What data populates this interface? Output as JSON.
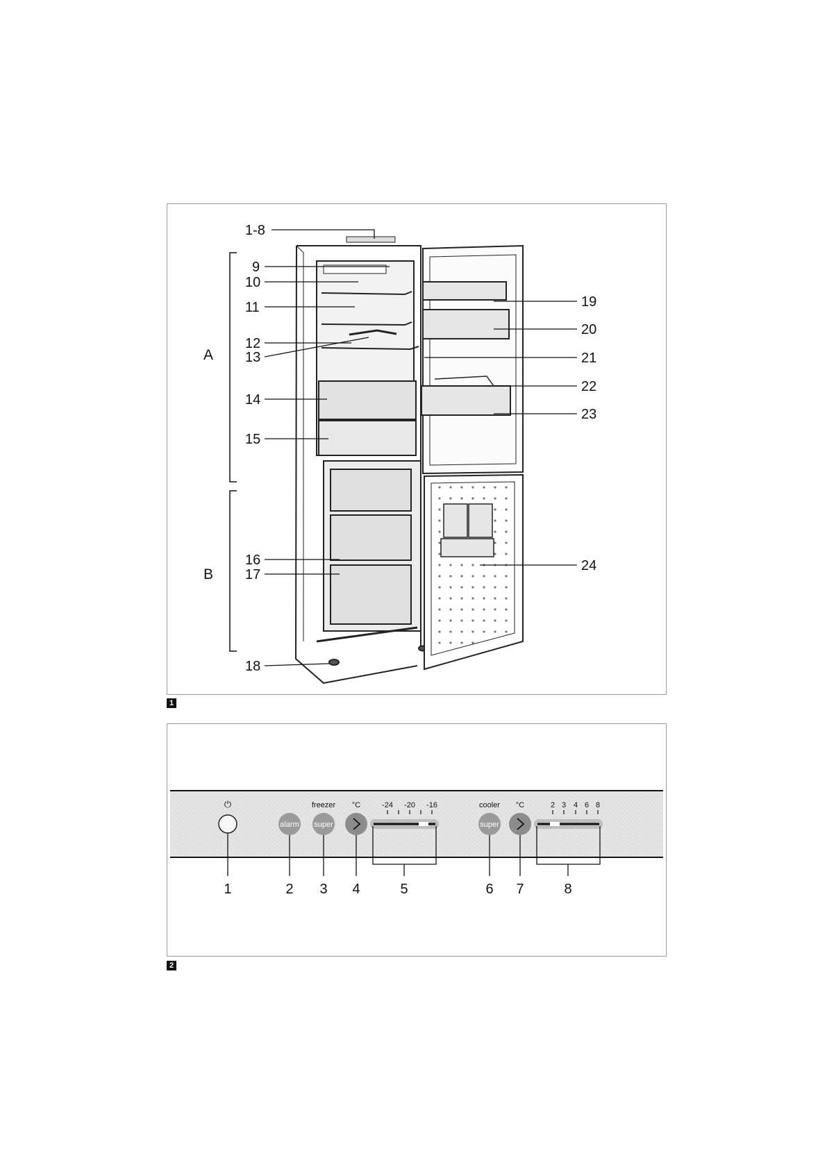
{
  "figure1": {
    "badge": "1",
    "section_labels": [
      "A",
      "B"
    ],
    "callouts": {
      "c1_8": "1-8",
      "c9": "9",
      "c10": "10",
      "c11": "11",
      "c12": "12",
      "c13": "13",
      "c14": "14",
      "c15": "15",
      "c16": "16",
      "c17": "17",
      "c18": "18",
      "c19": "19",
      "c20": "20",
      "c21": "21",
      "c22": "22",
      "c23": "23",
      "c24": "24"
    }
  },
  "figure2": {
    "badge": "2",
    "power_symbol": "⏻",
    "freezer_label": "freezer",
    "cooler_label": "cooler",
    "degree_label": "°C",
    "alarm_button": "alarm",
    "super_button": "super",
    "freezer_scale": [
      "-24",
      "-20",
      "-16"
    ],
    "cooler_scale": [
      "2",
      "3",
      "4",
      "6",
      "8"
    ],
    "callouts": [
      "1",
      "2",
      "3",
      "4",
      "5",
      "6",
      "7",
      "8"
    ]
  }
}
